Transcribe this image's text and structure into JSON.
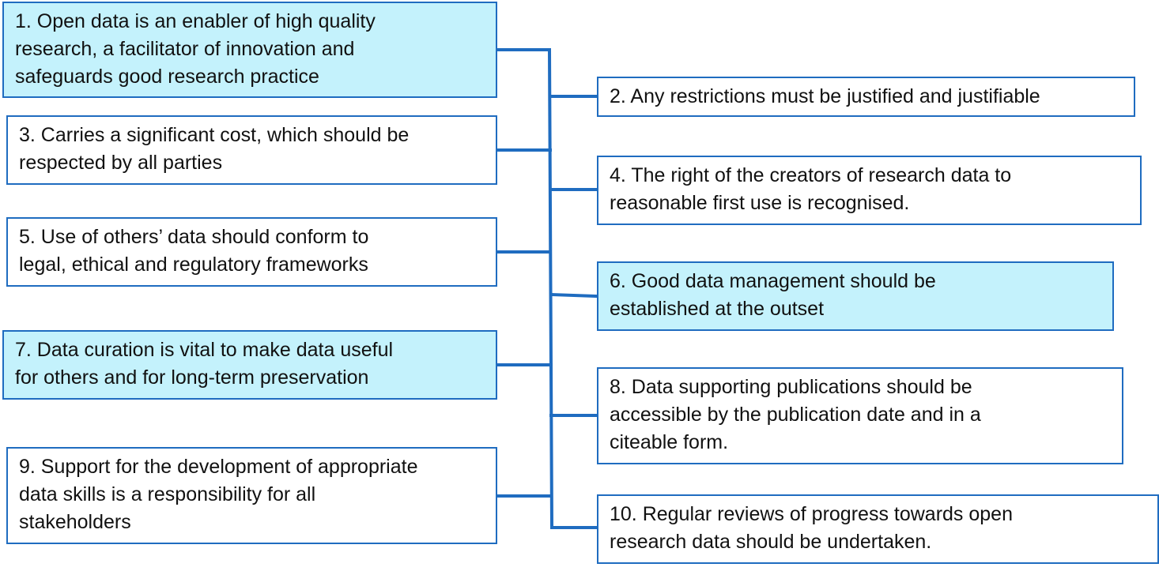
{
  "colors": {
    "line": "#1f6cc0",
    "highlight_fill": "#c4f2fc",
    "box_fill": "#ffffff",
    "text": "#111111"
  },
  "principles": [
    {
      "id": 1,
      "text": "1. Open data is an enabler of high quality\nresearch, a facilitator of innovation and\nsafeguards good research practice",
      "highlighted": true
    },
    {
      "id": 2,
      "text": "2. Any restrictions must be justified and justifiable",
      "highlighted": false
    },
    {
      "id": 3,
      "text": "3. Carries a significant cost, which should be\nrespected by all parties",
      "highlighted": false
    },
    {
      "id": 4,
      "text": "4. The right of the creators of research data to\nreasonable first use is recognised.",
      "highlighted": false
    },
    {
      "id": 5,
      "text": "5. Use of others’ data should conform to\nlegal, ethical and regulatory frameworks",
      "highlighted": false
    },
    {
      "id": 6,
      "text": "6. Good data management should be\nestablished at the outset",
      "highlighted": true
    },
    {
      "id": 7,
      "text": "7. Data curation is vital to make data useful\nfor others and for long-term preservation",
      "highlighted": true
    },
    {
      "id": 8,
      "text": "8. Data supporting publications should be\naccessible by the publication date and in a\nciteable form.",
      "highlighted": false
    },
    {
      "id": 9,
      "text": "9. Support for the development of appropriate\ndata skills is a responsibility for all\nstakeholders",
      "highlighted": false
    },
    {
      "id": 10,
      "text": "10. Regular reviews of progress towards open\nresearch data should be undertaken.",
      "highlighted": false
    }
  ]
}
